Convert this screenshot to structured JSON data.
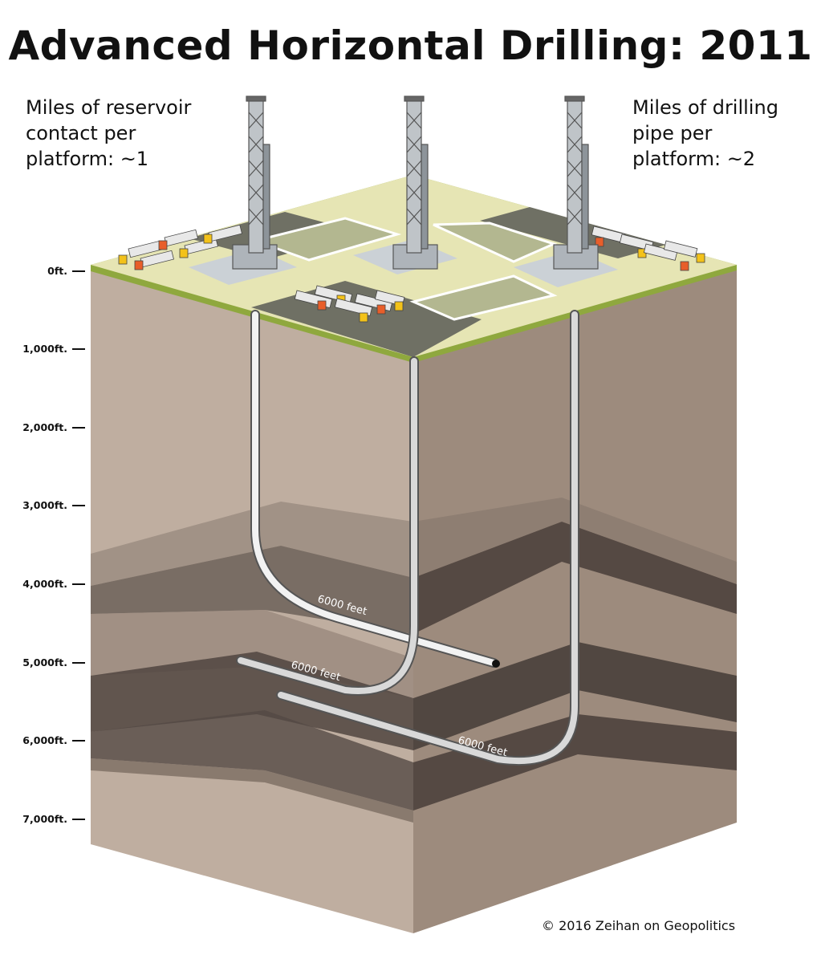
{
  "title": "Advanced Horizontal Drilling: 2011",
  "left_note": "Miles of reservoir\ncontact per\nplatform: ~1",
  "right_note": "Miles of drilling\npipe per\nplatform: ~2",
  "depth_scale": [
    "0ft.",
    "1,000ft.",
    "2,000ft.",
    "3,000ft.",
    "4,000ft.",
    "5,000ft.",
    "6,000ft.",
    "7,000ft."
  ],
  "lateral_labels": [
    "6000 feet",
    "6000 feet",
    "6000 feet"
  ],
  "credit": "© 2016 Zeihan on Geopolitics",
  "colors": {
    "ground_left": "#bfaea0",
    "ground_right": "#9b8a7c",
    "shale": "#3a3330",
    "surface": "#e6e5b4",
    "surface_edge": "#8fa83e",
    "pad": "#c9d0d6",
    "pipe": "#f2f2f2",
    "pipe_outline": "#555555"
  }
}
